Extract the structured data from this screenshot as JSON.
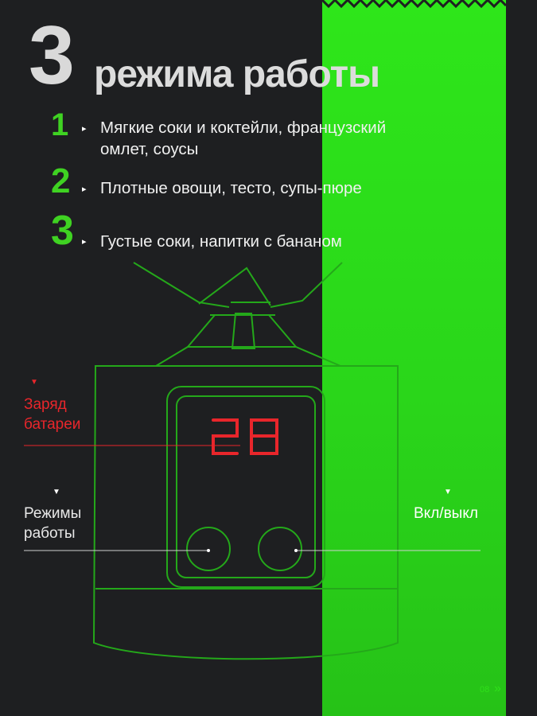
{
  "headline": {
    "number": "3",
    "text": "режима работы"
  },
  "modes": [
    {
      "number": "1",
      "text_line1": "Мягкие соки и коктейли, французский",
      "text_line2": "омлет, соусы"
    },
    {
      "number": "2",
      "text_line1": "Плотные овощи, тесто, супы-пюре"
    },
    {
      "number": "3",
      "text_line1": "Густые соки, напитки с бананом"
    }
  ],
  "bullet_glyph": "▸",
  "marker_glyph": "▼",
  "display": {
    "value": "28",
    "color": "#e8262b"
  },
  "callouts": {
    "battery": {
      "line1": "Заряд",
      "line2": "батареи"
    },
    "modes": {
      "line1": "Режимы",
      "line2": "работы"
    },
    "power": {
      "line1": "Вкл/выкл"
    }
  },
  "footer": {
    "page_number": "08",
    "arrows": "»"
  },
  "colors": {
    "background": "#1e1f21",
    "accent_green": "#2ee61a",
    "outline_green": "#24a81a",
    "alert_red": "#e8262b"
  }
}
